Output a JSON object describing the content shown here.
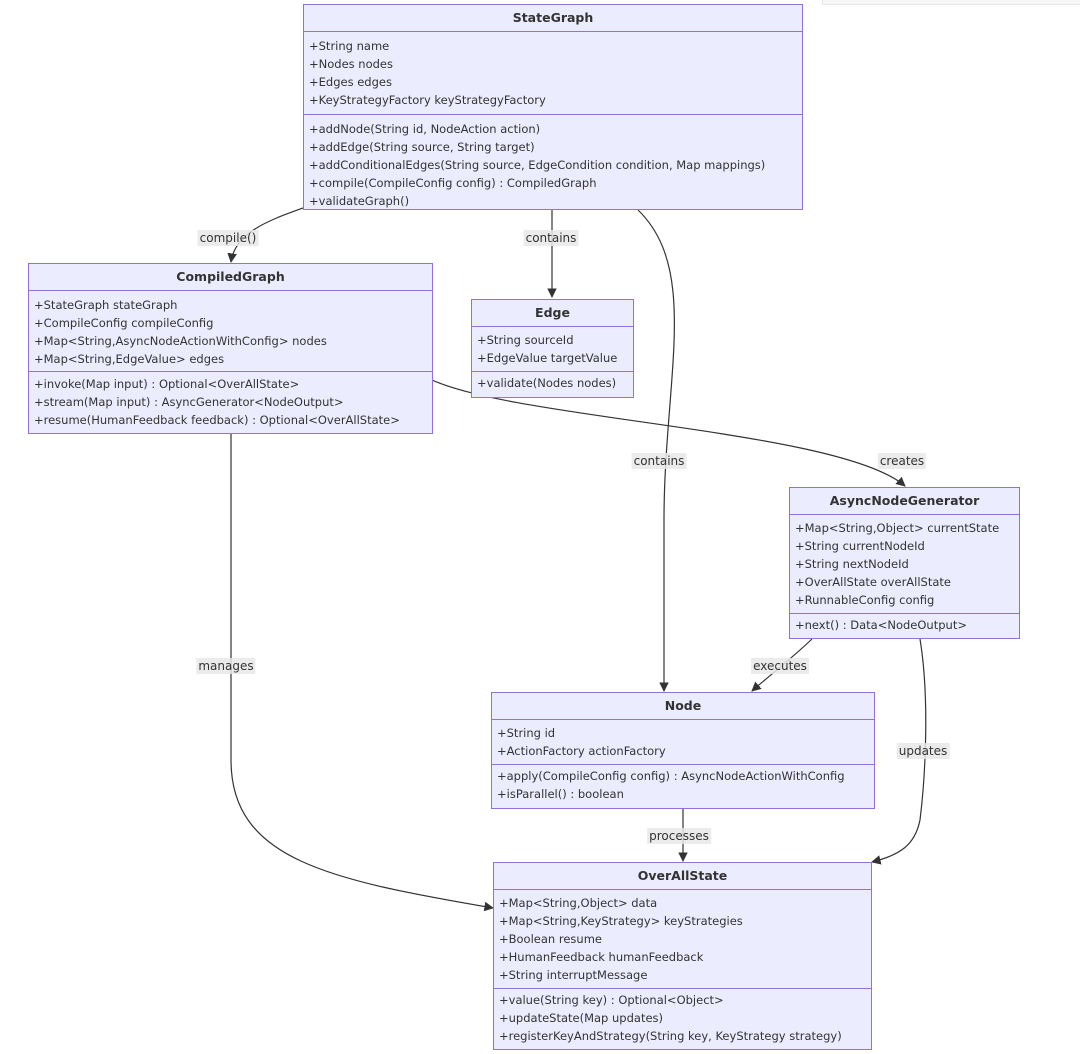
{
  "classes": {
    "stategraph": {
      "name": "StateGraph",
      "attributes": [
        "+String name",
        "+Nodes nodes",
        "+Edges edges",
        "+KeyStrategyFactory keyStrategyFactory"
      ],
      "methods": [
        "+addNode(String id, NodeAction action)",
        "+addEdge(String source, String target)",
        "+addConditionalEdges(String source, EdgeCondition condition, Map mappings)",
        "+compile(CompileConfig config) : CompiledGraph",
        "+validateGraph()"
      ]
    },
    "compiledgraph": {
      "name": "CompiledGraph",
      "attributes": [
        "+StateGraph stateGraph",
        "+CompileConfig compileConfig",
        "+Map<String,AsyncNodeActionWithConfig> nodes",
        "+Map<String,EdgeValue> edges"
      ],
      "methods": [
        "+invoke(Map input) : Optional<OverAllState>",
        "+stream(Map input) : AsyncGenerator<NodeOutput>",
        "+resume(HumanFeedback feedback) : Optional<OverAllState>"
      ]
    },
    "edge": {
      "name": "Edge",
      "attributes": [
        "+String sourceId",
        "+EdgeValue targetValue"
      ],
      "methods": [
        "+validate(Nodes nodes)"
      ]
    },
    "asyncnodegenerator": {
      "name": "AsyncNodeGenerator",
      "attributes": [
        "+Map<String,Object> currentState",
        "+String currentNodeId",
        "+String nextNodeId",
        "+OverAllState overAllState",
        "+RunnableConfig config"
      ],
      "methods": [
        "+next() : Data<NodeOutput>"
      ]
    },
    "node": {
      "name": "Node",
      "attributes": [
        "+String id",
        "+ActionFactory actionFactory"
      ],
      "methods": [
        "+apply(CompileConfig config) : AsyncNodeActionWithConfig",
        "+isParallel() : boolean"
      ]
    },
    "overallstate": {
      "name": "OverAllState",
      "attributes": [
        "+Map<String,Object> data",
        "+Map<String,KeyStrategy> keyStrategies",
        "+Boolean resume",
        "+HumanFeedback humanFeedback",
        "+String interruptMessage"
      ],
      "methods": [
        "+value(String key) : Optional<Object>",
        "+updateState(Map updates)",
        "+registerKeyAndStrategy(String key, KeyStrategy strategy)"
      ]
    }
  },
  "relations": {
    "compile": "compile()",
    "contains_edge": "contains",
    "contains_node": "contains",
    "creates": "creates",
    "manages": "manages",
    "executes": "executes",
    "updates": "updates",
    "processes": "processes"
  },
  "colors": {
    "class_fill": "#ECECFF",
    "class_border": "#9370DB",
    "edge_line": "#333333",
    "label_bg": "#E8E8E8"
  }
}
